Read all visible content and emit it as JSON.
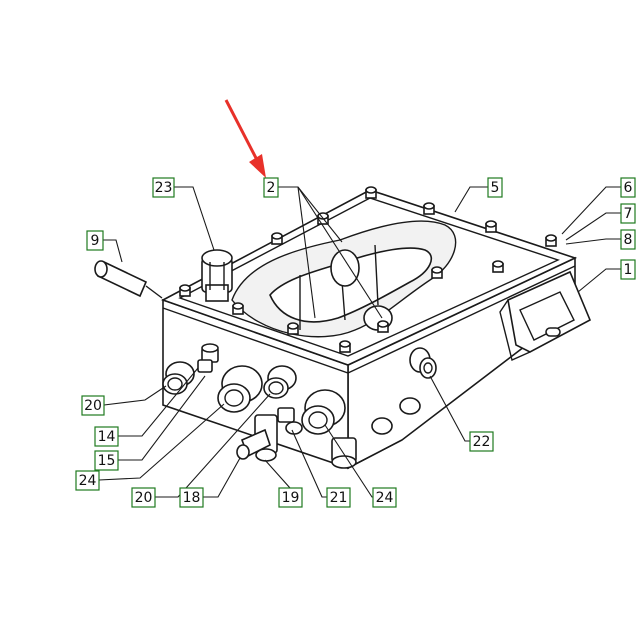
{
  "labels": {
    "l1": "1",
    "l2": "2",
    "l5": "5",
    "l6": "6",
    "l7": "7",
    "l8": "8",
    "l9": "9",
    "l14": "14",
    "l15": "15",
    "l18": "18",
    "l19": "19",
    "l20a": "20",
    "l20b": "20",
    "l21": "21",
    "l22": "22",
    "l23": "23",
    "l24a": "24",
    "l24b": "24"
  },
  "colors": {
    "label_border": "#1e7a1e",
    "arrow": "#e8312a",
    "line": "#1a1a1a"
  }
}
